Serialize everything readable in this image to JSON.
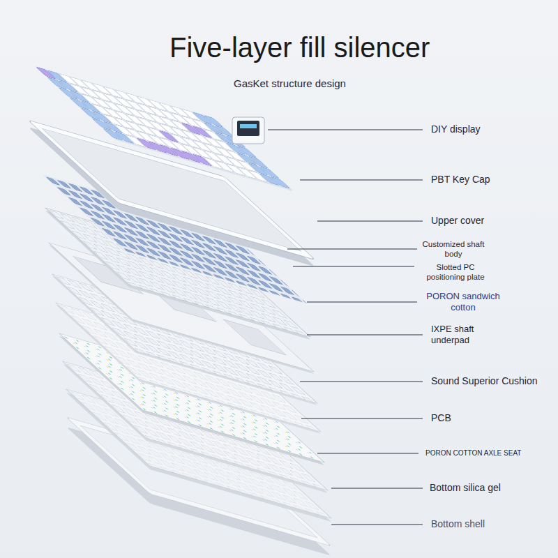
{
  "diagram": {
    "title": "Five-layer fill silencer",
    "labels": [
      "GasKet structure design",
      "DIY display",
      "PBT Key Cap",
      "Upper cover",
      "Customized shaft body",
      "Slotted PC positioning plate",
      "PORON sandwich cotton",
      "IXPE shaft underpad",
      "Sound Superior Cushion",
      "PCB",
      "PORON COTTON AXLE SEAT",
      "Bottom silica gel",
      "Bottom shell"
    ]
  }
}
